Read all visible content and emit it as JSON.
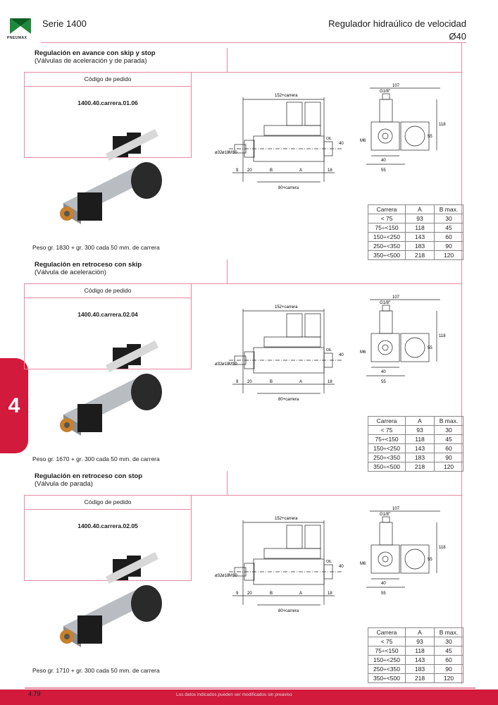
{
  "header": {
    "brand": "PNEUMAX",
    "series": "Serie 1400",
    "title": "Regulador hidraúlico de velocidad",
    "code": "Ø40"
  },
  "tab": {
    "label": "4"
  },
  "footer": {
    "page": "4.79",
    "disclaimer": "Los datos indicados pueden ser modificados sin preaviso"
  },
  "code_header": "Código de pedido",
  "table_header": [
    "Carrera",
    "A",
    "B max."
  ],
  "table_rows": [
    [
      "< 75",
      "93",
      "30"
    ],
    [
      "75÷<150",
      "118",
      "45"
    ],
    [
      "150÷<250",
      "143",
      "60"
    ],
    [
      "250÷<350",
      "183",
      "90"
    ],
    [
      "350÷<500",
      "218",
      "120"
    ]
  ],
  "drawing_labels": {
    "d107": "107",
    "g18": "G1/8\"",
    "len152": "152+carrera",
    "len80": "80+carrera",
    "n9": "9",
    "n20": "20",
    "b": "B",
    "a": "A",
    "n18": "18",
    "n40": "40",
    "n55": "55",
    "n118": "118",
    "m6": "M6",
    "m10": "M10",
    "d32": "ø32",
    "d18": "ø18",
    "oil": "OIL"
  },
  "sections": [
    {
      "title": "Regulación en avance con skip y stop",
      "subtitle": "(Válvulas de aceleración y de parada)",
      "code": "1400.40.carrera.01.06",
      "weight": "Peso gr. 1830 + gr. 300 cada 50 mm. de carrera"
    },
    {
      "title": "Regulación en retroceso con skip",
      "subtitle": "(Válvula de aceleración)",
      "code": "1400.40.carrera.02.04",
      "weight": "Peso gr. 1670 + gr. 300 cada 50 mm. de carrera"
    },
    {
      "title": "Regulación en retroceso con stop",
      "subtitle": "(Válvula de parada)",
      "code": "1400.40.carrera.02.05",
      "weight": "Peso gr. 1710 + gr. 300 cada 50 mm. de carrera"
    }
  ]
}
